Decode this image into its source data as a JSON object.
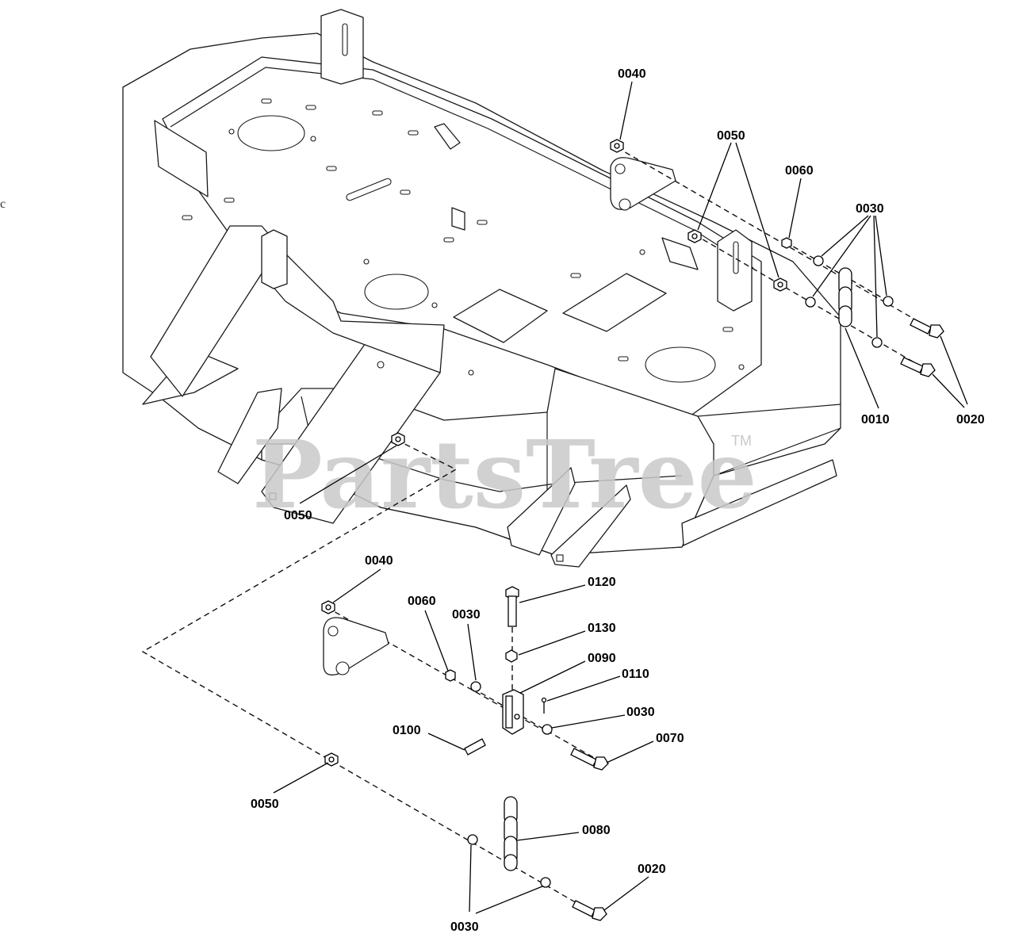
{
  "watermark": {
    "brand": "PartsTree",
    "trademark": "TM"
  },
  "edge_mark": "c",
  "colors": {
    "line": "#1a1a1a",
    "watermark": "#c9c9c9",
    "background": "#ffffff"
  },
  "callouts": [
    {
      "id": "0040",
      "label": "0040"
    },
    {
      "id": "0050",
      "label": "0050"
    },
    {
      "id": "0060",
      "label": "0060"
    },
    {
      "id": "0030",
      "label": "0030"
    },
    {
      "id": "0010",
      "label": "0010"
    },
    {
      "id": "0020",
      "label": "0020"
    },
    {
      "id": "0050",
      "label": "0050"
    },
    {
      "id": "0040",
      "label": "0040"
    },
    {
      "id": "0060",
      "label": "0060"
    },
    {
      "id": "0030",
      "label": "0030"
    },
    {
      "id": "0120",
      "label": "0120"
    },
    {
      "id": "0130",
      "label": "0130"
    },
    {
      "id": "0090",
      "label": "0090"
    },
    {
      "id": "0110",
      "label": "0110"
    },
    {
      "id": "0030",
      "label": "0030"
    },
    {
      "id": "0100",
      "label": "0100"
    },
    {
      "id": "0070",
      "label": "0070"
    },
    {
      "id": "0050",
      "label": "0050"
    },
    {
      "id": "0080",
      "label": "0080"
    },
    {
      "id": "0020",
      "label": "0020"
    },
    {
      "id": "0030",
      "label": "0030"
    }
  ]
}
